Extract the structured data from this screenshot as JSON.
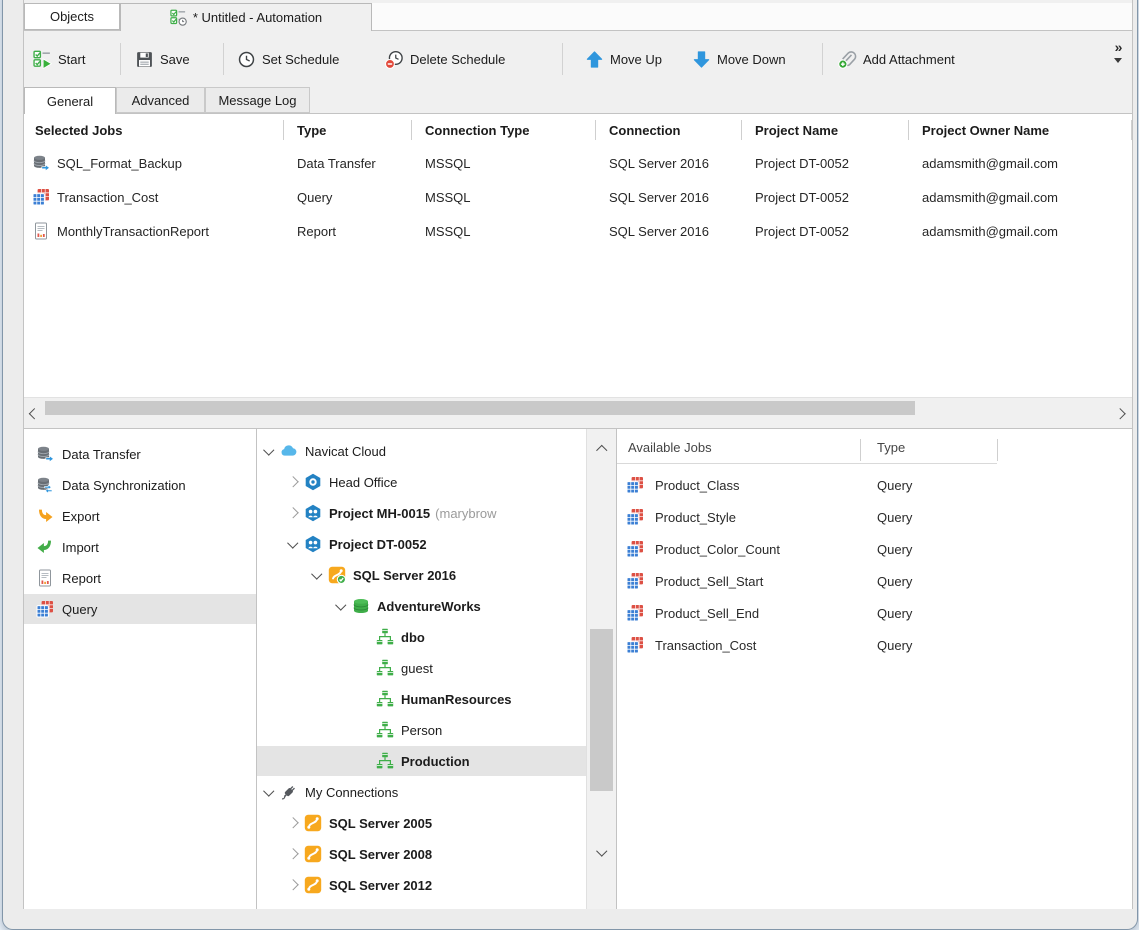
{
  "colors": {
    "accent_blue": "#2f96dd",
    "green": "#3fae49",
    "orange": "#f7a81e",
    "red": "#dd5044",
    "chrome_gray": "#f0f0f0",
    "selection_gray": "#e4e4e4",
    "outer_background": "#e8f0f8"
  },
  "title_tabs": [
    {
      "label": "Objects",
      "active": false,
      "icon": null
    },
    {
      "label": "* Untitled - Automation",
      "active": true,
      "icon": "automation-icon"
    }
  ],
  "toolbar": {
    "buttons": [
      {
        "label": "Start",
        "icon": "start-icon"
      },
      {
        "label": "Save",
        "icon": "save-icon"
      },
      {
        "label": "Set Schedule",
        "icon": "schedule-icon"
      },
      {
        "label": "Delete Schedule",
        "icon": "delete-schedule-icon"
      },
      {
        "label": "Move Up",
        "icon": "move-up-icon"
      },
      {
        "label": "Move Down",
        "icon": "move-down-icon"
      },
      {
        "label": "Add Attachment",
        "icon": "attachment-icon"
      }
    ],
    "overflow_label": "»"
  },
  "view_tabs": [
    {
      "label": "General",
      "active": true
    },
    {
      "label": "Advanced",
      "active": false
    },
    {
      "label": "Message Log",
      "active": false
    }
  ],
  "jobs_table": {
    "columns": [
      "Selected Jobs",
      "Type",
      "Connection Type",
      "Connection",
      "Project Name",
      "Project Owner Name"
    ],
    "rows": [
      {
        "icon": "data-transfer-icon",
        "name": "SQL_Format_Backup",
        "type": "Data Transfer",
        "connection_type": "MSSQL",
        "connection": "SQL Server 2016",
        "project_name": "Project DT-0052",
        "project_owner_name": "adamsmith@gmail.com"
      },
      {
        "icon": "query-icon",
        "name": "Transaction_Cost",
        "type": "Query",
        "connection_type": "MSSQL",
        "connection": "SQL Server 2016",
        "project_name": "Project DT-0052",
        "project_owner_name": "adamsmith@gmail.com"
      },
      {
        "icon": "report-icon",
        "name": "MonthlyTransactionReport",
        "type": "Report",
        "connection_type": "MSSQL",
        "connection": "SQL Server 2016",
        "project_name": "Project DT-0052",
        "project_owner_name": "adamsmith@gmail.com"
      }
    ]
  },
  "job_types": [
    {
      "icon": "data-transfer-icon",
      "label": "Data Transfer",
      "selected": false
    },
    {
      "icon": "data-sync-icon",
      "label": "Data Synchronization",
      "selected": false
    },
    {
      "icon": "export-icon",
      "label": "Export",
      "selected": false
    },
    {
      "icon": "import-icon",
      "label": "Import",
      "selected": false
    },
    {
      "icon": "report-icon",
      "label": "Report",
      "selected": false
    },
    {
      "icon": "query-icon",
      "label": "Query",
      "selected": true
    }
  ],
  "tree": [
    {
      "level": 0,
      "chevron": "expanded",
      "icon": "cloud-icon",
      "label": "Navicat Cloud",
      "bold": false,
      "selected": false,
      "suffix": null
    },
    {
      "level": 1,
      "chevron": "collapsed",
      "icon": "head-office-icon",
      "label": "Head Office",
      "bold": false,
      "selected": false,
      "suffix": null
    },
    {
      "level": 1,
      "chevron": "collapsed",
      "icon": "project-icon",
      "label": "Project MH-0015",
      "bold": true,
      "selected": false,
      "suffix": "(marybrow"
    },
    {
      "level": 1,
      "chevron": "expanded",
      "icon": "project-icon",
      "label": "Project DT-0052",
      "bold": true,
      "selected": false,
      "suffix": null
    },
    {
      "level": 2,
      "chevron": "expanded",
      "icon": "sql-server-check-icon",
      "label": "SQL Server 2016",
      "bold": true,
      "selected": false,
      "suffix": null
    },
    {
      "level": 3,
      "chevron": "expanded",
      "icon": "database-icon",
      "label": "AdventureWorks",
      "bold": true,
      "selected": false,
      "suffix": null
    },
    {
      "level": 4,
      "chevron": null,
      "icon": "schema-icon",
      "label": "dbo",
      "bold": true,
      "selected": false,
      "suffix": null
    },
    {
      "level": 4,
      "chevron": null,
      "icon": "schema-icon",
      "label": "guest",
      "bold": false,
      "selected": false,
      "suffix": null
    },
    {
      "level": 4,
      "chevron": null,
      "icon": "schema-icon",
      "label": "HumanResources",
      "bold": true,
      "selected": false,
      "suffix": null
    },
    {
      "level": 4,
      "chevron": null,
      "icon": "schema-icon",
      "label": "Person",
      "bold": false,
      "selected": false,
      "suffix": null
    },
    {
      "level": 4,
      "chevron": null,
      "icon": "schema-icon",
      "label": "Production",
      "bold": true,
      "selected": true,
      "suffix": null
    },
    {
      "level": 0,
      "chevron": "expanded",
      "icon": "connections-icon",
      "label": "My Connections",
      "bold": false,
      "selected": false,
      "suffix": null
    },
    {
      "level": 1,
      "chevron": "collapsed",
      "icon": "sql-server-icon",
      "label": "SQL Server 2005",
      "bold": true,
      "selected": false,
      "suffix": null
    },
    {
      "level": 1,
      "chevron": "collapsed",
      "icon": "sql-server-icon",
      "label": "SQL Server 2008",
      "bold": true,
      "selected": false,
      "suffix": null
    },
    {
      "level": 1,
      "chevron": "collapsed",
      "icon": "sql-server-icon",
      "label": "SQL Server 2012",
      "bold": true,
      "selected": false,
      "suffix": null
    }
  ],
  "available_jobs": {
    "columns": [
      "Available Jobs",
      "Type"
    ],
    "rows": [
      {
        "icon": "query-icon",
        "name": "Product_Class",
        "type": "Query"
      },
      {
        "icon": "query-icon",
        "name": "Product_Style",
        "type": "Query"
      },
      {
        "icon": "query-icon",
        "name": "Product_Color_Count",
        "type": "Query"
      },
      {
        "icon": "query-icon",
        "name": "Product_Sell_Start",
        "type": "Query"
      },
      {
        "icon": "query-icon",
        "name": "Product_Sell_End",
        "type": "Query"
      },
      {
        "icon": "query-icon",
        "name": "Transaction_Cost",
        "type": "Query"
      }
    ]
  }
}
